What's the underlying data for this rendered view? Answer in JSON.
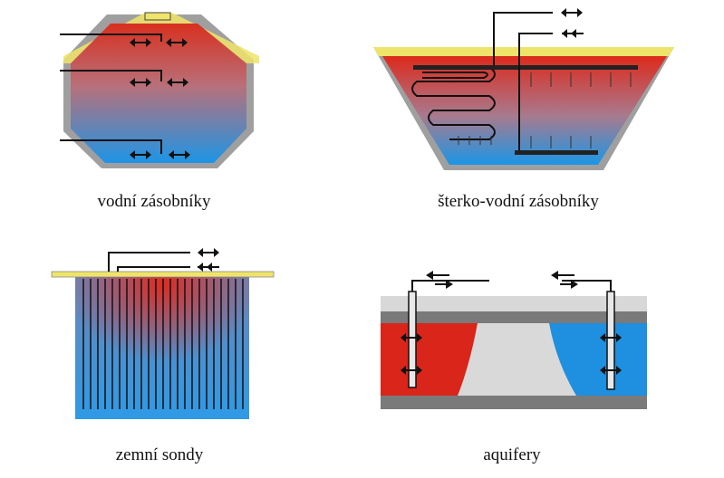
{
  "panels": {
    "water_tank": {
      "caption": "vodní zásobníky"
    },
    "gravel_water": {
      "caption": "šterko-vodní zásobníky"
    },
    "ground_probes": {
      "caption": "zemní sondy"
    },
    "aquifer": {
      "caption": "aquifery"
    }
  },
  "colors": {
    "hot": "#d93a2a",
    "cold": "#1f8fe0",
    "insulation": "#f2e96a",
    "wall": "#a8a8a8",
    "pipe": "#111111"
  },
  "icons": [
    "bidirectional-arrow-icon",
    "flow-left-arrow-icon"
  ]
}
